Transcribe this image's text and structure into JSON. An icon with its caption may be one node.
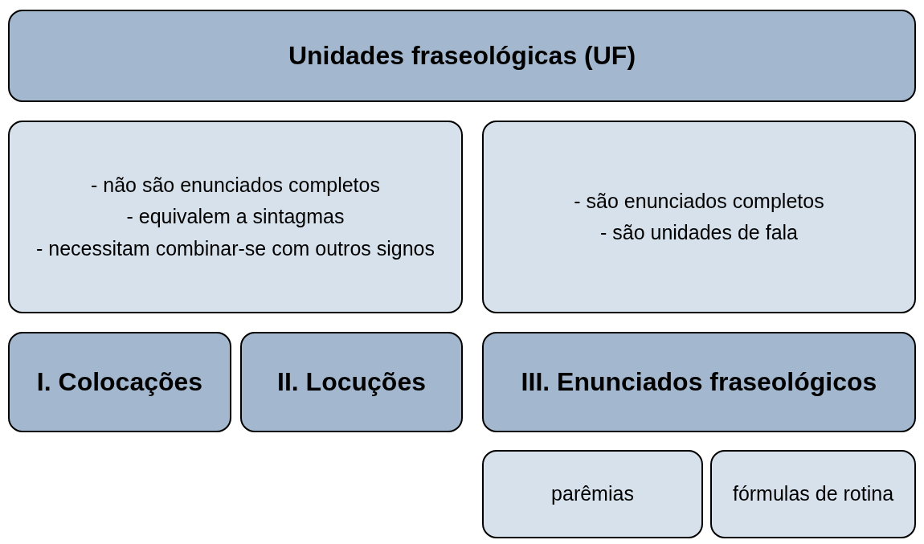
{
  "diagram": {
    "nodes": [
      {
        "text": [
          "Unidades fraseológicas (UF)"
        ]
      },
      {
        "text": [
          "- não são enunciados completos",
          "- equivalem a sintagmas",
          "- necessitam combinar-se com outros signos"
        ]
      },
      {
        "text": [
          "- são enunciados completos",
          "- são unidades de fala"
        ]
      },
      {
        "text": [
          "I. Colocações"
        ]
      },
      {
        "text": [
          "II. Locuções"
        ]
      },
      {
        "text": [
          "III. Enunciados fraseológicos"
        ]
      },
      {
        "text": [
          "parêmias"
        ]
      },
      {
        "text": [
          "fórmulas de rotina"
        ]
      }
    ]
  }
}
